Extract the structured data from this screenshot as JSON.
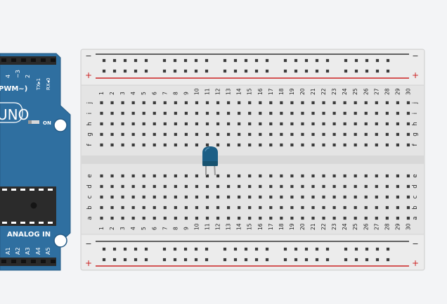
{
  "workspace": {
    "background": "#f3f4f6"
  },
  "arduino": {
    "board_name": "UNO",
    "header_labels": [
      "4",
      "~3",
      "2",
      "TX▸1",
      "RX◂0"
    ],
    "pwm_label": "PWM~)",
    "power_led_label": "ON",
    "analog_label": "ANALOG IN",
    "analog_pins": [
      "A1",
      "A2",
      "A3",
      "A4",
      "A5"
    ],
    "board_color": "#2f6fa0"
  },
  "breadboard": {
    "columns": [
      "1",
      "2",
      "3",
      "4",
      "5",
      "6",
      "7",
      "8",
      "9",
      "10",
      "11",
      "12",
      "13",
      "14",
      "15",
      "16",
      "17",
      "18",
      "19",
      "20",
      "21",
      "22",
      "23",
      "24",
      "25",
      "26",
      "27",
      "28",
      "29",
      "30"
    ],
    "rows_top": [
      "j",
      "i",
      "h",
      "g",
      "f"
    ],
    "rows_bottom": [
      "e",
      "d",
      "c",
      "b",
      "a"
    ],
    "rail_minus": "−",
    "rail_plus": "+",
    "rail_minus_color": "#333333",
    "rail_plus_color": "#cc2222"
  },
  "led": {
    "color": "#1c5f86",
    "column": "11"
  }
}
